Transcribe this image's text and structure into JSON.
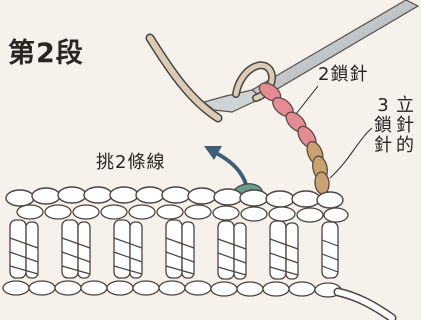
{
  "title": "第2段",
  "labels": {
    "pick_two_strands": "挑2條線",
    "two_chain": "2鎖針",
    "side_note_col1": "3鎖針",
    "side_note_col2": "立針的"
  },
  "colors": {
    "background": "#f6f1ea",
    "yarn_outline": "#4a4340",
    "yarn_fill": "#ffffff",
    "chain_pink": "#e58b92",
    "chain_tan": "#c9a36f",
    "strand_highlight": "#6d9a8b",
    "arrow": "#3d5f78",
    "hook": "#bfc3c6"
  },
  "icons": {
    "hook": "crochet-hook-icon",
    "arrow": "pick-up-arrow-icon"
  }
}
